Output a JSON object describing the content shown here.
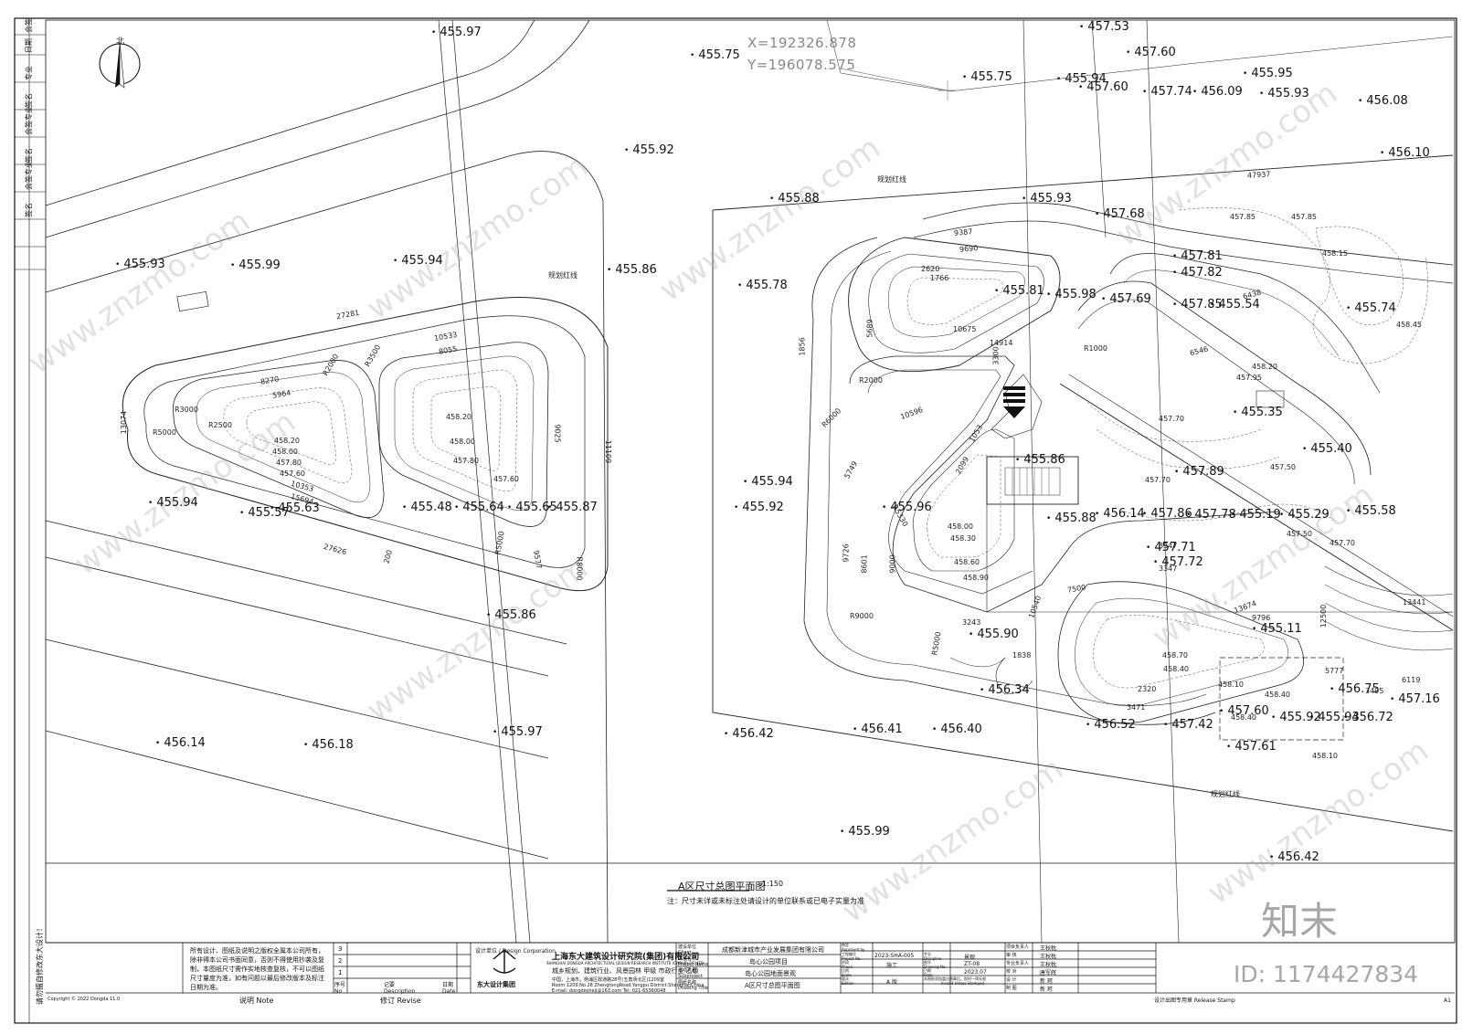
{
  "coordinate_readout": {
    "x": "X=192326.878",
    "y": "Y=196078.575"
  },
  "north_label": "北",
  "elevations_main": [
    {
      "v": "455.97"
    },
    {
      "v": "455.75"
    },
    {
      "v": "455.75"
    },
    {
      "v": "455.94"
    },
    {
      "v": "455.92"
    },
    {
      "v": "455.93"
    },
    {
      "v": "455.99"
    },
    {
      "v": "455.94"
    },
    {
      "v": "455.86"
    },
    {
      "v": "455.88"
    },
    {
      "v": "455.78"
    },
    {
      "v": "455.93"
    },
    {
      "v": "455.94"
    },
    {
      "v": "455.57"
    },
    {
      "v": "455.63"
    },
    {
      "v": "455.94"
    },
    {
      "v": "455.92"
    },
    {
      "v": "455.96"
    },
    {
      "v": "455.86"
    },
    {
      "v": "455.88"
    },
    {
      "v": "455.90"
    },
    {
      "v": "456.34"
    },
    {
      "v": "455.97"
    },
    {
      "v": "456.42"
    },
    {
      "v": "456.41"
    },
    {
      "v": "456.40"
    },
    {
      "v": "456.52"
    },
    {
      "v": "456.14"
    },
    {
      "v": "456.18"
    },
    {
      "v": "455.99"
    },
    {
      "v": "456.42"
    }
  ],
  "elevations_right": [
    {
      "v": "457.53"
    },
    {
      "v": "457.60"
    },
    {
      "v": "457.60"
    },
    {
      "v": "457.74"
    },
    {
      "v": "456.09"
    },
    {
      "v": "455.95"
    },
    {
      "v": "455.93"
    },
    {
      "v": "456.08"
    },
    {
      "v": "456.10"
    },
    {
      "v": "457.68"
    },
    {
      "v": "457.81"
    },
    {
      "v": "457.82"
    },
    {
      "v": "455.81"
    },
    {
      "v": "455.98"
    },
    {
      "v": "457.69"
    },
    {
      "v": "457.85"
    },
    {
      "v": "455.54"
    },
    {
      "v": "455.74"
    },
    {
      "v": "455.35"
    },
    {
      "v": "455.40"
    },
    {
      "v": "457.89"
    },
    {
      "v": "455.58"
    },
    {
      "v": "456.14"
    },
    {
      "v": "457.86"
    },
    {
      "v": "457.78"
    },
    {
      "v": "455.19"
    },
    {
      "v": "455.29"
    },
    {
      "v": "457.71"
    },
    {
      "v": "457.72"
    },
    {
      "v": "455.11"
    },
    {
      "v": "456.75"
    },
    {
      "v": "457.16"
    },
    {
      "v": "457.60"
    },
    {
      "v": "455.92"
    },
    {
      "v": "455.93"
    },
    {
      "v": "456.72"
    },
    {
      "v": "457.42"
    },
    {
      "v": "457.61"
    }
  ],
  "elevations_left_cluster": [
    {
      "v": "455.48"
    },
    {
      "v": "455.64"
    },
    {
      "v": "455.86"
    },
    {
      "v": "455.65"
    },
    {
      "v": "455.87"
    }
  ],
  "contour_labels": [
    "458.20",
    "458.00",
    "457.80",
    "457.60",
    "458.20",
    "458.00",
    "457.80",
    "457.60",
    "457.85",
    "457.85",
    "458.15",
    "458.45",
    "458.20",
    "457.95",
    "457.70",
    "457.50",
    "457.70",
    "457.50",
    "457.70",
    "458.00",
    "458.30",
    "458.60",
    "458.90",
    "458.70",
    "458.40",
    "458.10",
    "458.40",
    "458.10",
    "458.40"
  ],
  "dimension_labels": [
    "27281",
    "10533",
    "8270",
    "8055",
    "5964",
    "13074",
    "10353",
    "15694",
    "11109",
    "9025",
    "27626",
    "9577",
    "200",
    "R3000",
    "R5000",
    "R2500",
    "R2000",
    "R3500",
    "R5000",
    "R8000",
    "9387",
    "9690",
    "47937",
    "1766",
    "2620",
    "10675",
    "14914",
    "5689",
    "3300",
    "1856",
    "10596",
    "R2000",
    "R6000",
    "9726",
    "8601",
    "9000",
    "R9000",
    "R5000",
    "3243",
    "7500",
    "10540",
    "9796",
    "13674",
    "13441",
    "6438",
    "6546",
    "R1000",
    "5749",
    "1053",
    "2099",
    "3347",
    "3347",
    "1838",
    "2320",
    "3471",
    "6119",
    "3495",
    "5777",
    "12500",
    "R5330"
  ],
  "red_line_labels": [
    "规划红线",
    "规划红线",
    "规划红线"
  ],
  "drawing_title": "A区尺寸总图平面图",
  "drawing_scale": "1:150",
  "drawing_note": "注：尺寸未详或未标注处请设计的单位联系或已电子实量为准",
  "title_block": {
    "copyright_note": "所有设计、图纸及说明之版权全属本公司所有，除非得本公司书面同意，否则不得使用抄袭及复制，本图纸尺寸需作实地核查复核，不可以图纸尺寸量度为准，如有问题以最后修改版本及标注日期为准。",
    "revision_rows": [
      "3",
      "2",
      "1"
    ],
    "revision_header": {
      "no": "序号\nNo",
      "desc": "记要\nDescription",
      "date": "日期\nDate"
    },
    "remarks_label": "说明 Note",
    "revise_label": "修订 Revise",
    "design_unit_label": "设计单位 / Design Corporation",
    "company_cn": "上海东大建筑设计研究院(集团)有限公司",
    "company_en": "SHANGHAI DONGDA ARCHITECTURAL DESIGN RESEARCH INSTITUTE (GROUP) CO.,LTD",
    "qualification": "城乡规划、建筑行业、风景园林 甲级 市政行业 乙级",
    "address_cn": "中国，上海市，杨浦区政通路28号(五角场北区)1209室",
    "address_en": "Room 1209,No.28 ZhengtongRoad,Yangpu District,Shanghai,China",
    "email": "E-mail: dongdesheji@163.com  Tel: 021-65360048",
    "logo_text": "东大设计集团",
    "client_label": "建设单位\nClient",
    "client": "成都新津城市产业发展集团有限公司",
    "project_label": "工程名称\nProject Name",
    "project": "岛心公园项目",
    "subproject_label": "单项名称\nSubproject",
    "subproject": "岛心公园地面景观",
    "drawing_title_label": "图纸名称\nDrawing Title",
    "drawing_title": "A区尺寸总图平面图",
    "approved_label": "审定\nApproved by",
    "job_no_label": "工程编号\nProject No.",
    "job_no": "2023-SHA-005",
    "discipline_label": "专业\nDiscipline",
    "discipline": "景观",
    "phase_label": "阶段\nPhase",
    "phase": "施工",
    "drawing_no_label": "图号\nDrawing No.",
    "drawing_no": "ZT-08",
    "scale_label": "比例\nScale",
    "date_label": "日期\nDate",
    "date": "2023.07",
    "edition_label": "版次\nEdition",
    "edition": "A 版",
    "invalid_note": "本图纸须加盖出图章后，即时一律无效",
    "invalid_note_en": "Invalid Unless Stamped",
    "roles": [
      {
        "role": "项目负责人",
        "name": "王秋枕"
      },
      {
        "role": "审 核",
        "name": "王秋枕"
      },
      {
        "role": "专业负责人",
        "name": "王秋枕"
      },
      {
        "role": "校 对",
        "name": "唐军辉"
      },
      {
        "role": "设 计",
        "name": "新 珂"
      },
      {
        "role": "制 图",
        "name": "新 珂"
      }
    ],
    "release_stamp": "设计出图专用章  Release Stamp",
    "sheet_size": "A1",
    "footer_left": "Copyright © 2022 Dongda 11.0"
  },
  "side_strip_text": "请勿擅自修改东大设计！",
  "side_strip_fields": [
    "会签",
    "日期",
    "专业",
    "签名",
    "会签专业",
    "签名",
    "会签专业",
    "签名"
  ],
  "watermark_text": "www.znzmo.com",
  "brand_big": "知末",
  "brand_id": "ID: 1174427834"
}
